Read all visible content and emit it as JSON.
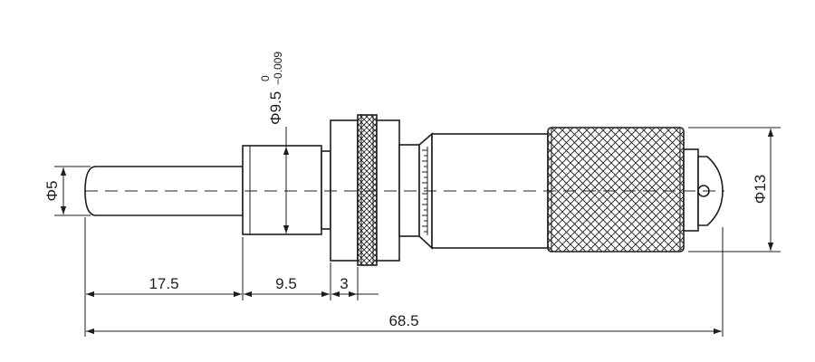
{
  "drawing": {
    "line_color": "#1e1e1e",
    "background": "#ffffff",
    "dimensions": {
      "shaft_diameter": "Φ5",
      "sleeve_diameter_base": "Φ9.5",
      "sleeve_tol_upper": "0",
      "sleeve_tol_lower": "−0.009",
      "thimble_diameter": "Φ13",
      "spindle_length": "17.5",
      "sleeve_length": "9.5",
      "nut_width": "3",
      "overall_length": "68.5"
    }
  }
}
